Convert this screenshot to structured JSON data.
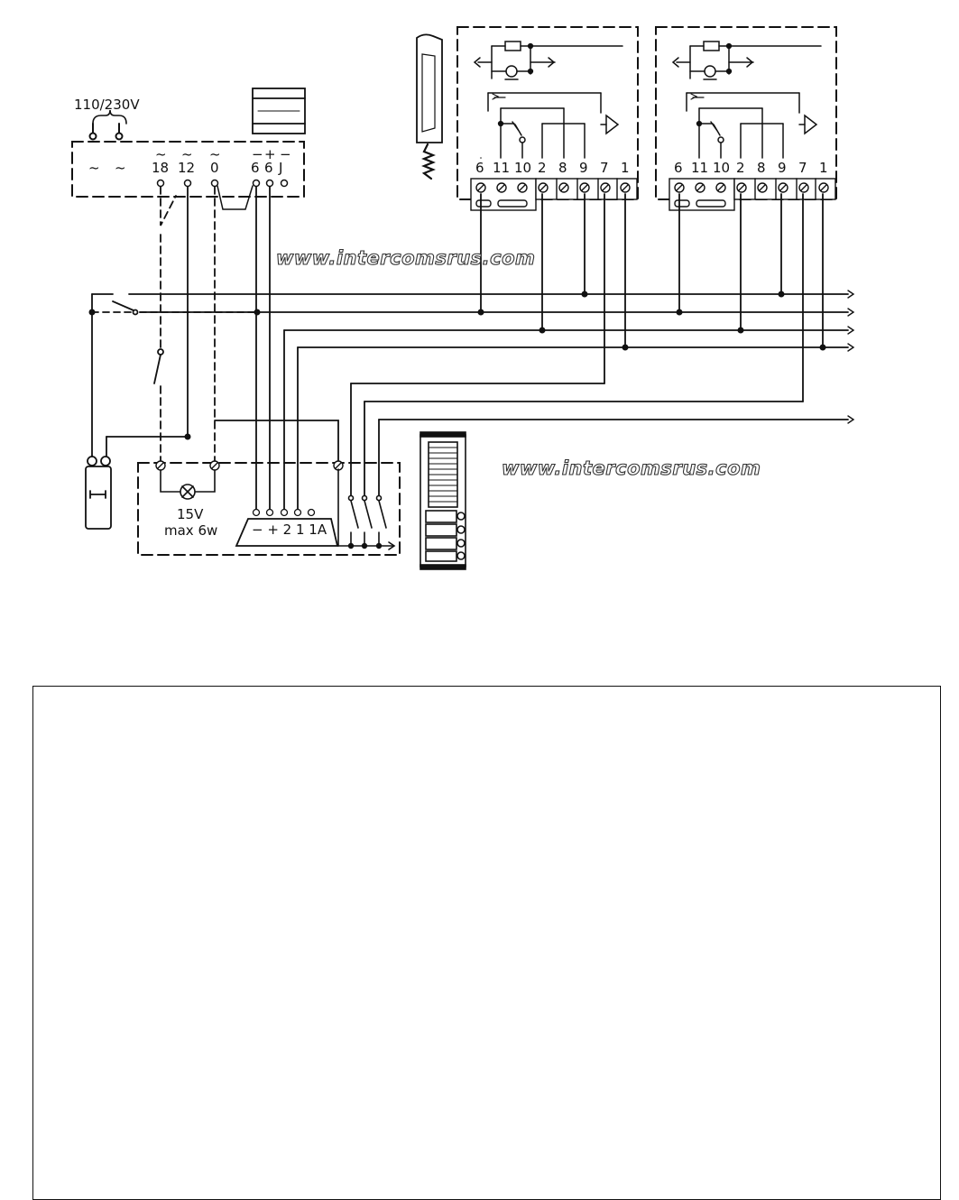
{
  "diagram": {
    "supply": {
      "voltage_label": "110/230V",
      "ac_symbol": "~"
    },
    "transformer_terminals": [
      {
        "polarity": "~",
        "number": "~"
      },
      {
        "polarity": "~",
        "number": "~"
      },
      {
        "polarity": "~",
        "number": "18"
      },
      {
        "polarity": "~",
        "number": "12"
      },
      {
        "polarity": "~",
        "number": "0"
      },
      {
        "polarity": "−",
        "number": "6"
      },
      {
        "polarity": "+",
        "number": "6"
      },
      {
        "polarity": "−",
        "number": "J"
      }
    ],
    "handset_terminals_left": [
      "6",
      "11",
      "10",
      "2",
      "8",
      "9",
      "7",
      "1"
    ],
    "handset_terminals_right": [
      "6",
      "11",
      "10",
      "2",
      "8",
      "9",
      "7",
      "1"
    ],
    "lamp": {
      "voltage": "15V",
      "power": "max 6w"
    },
    "door_panel_terminals": "− + 2 1 1A",
    "watermark_top": "www.intercomsrus.com",
    "watermark_bottom": "www.intercomsrus.com"
  }
}
